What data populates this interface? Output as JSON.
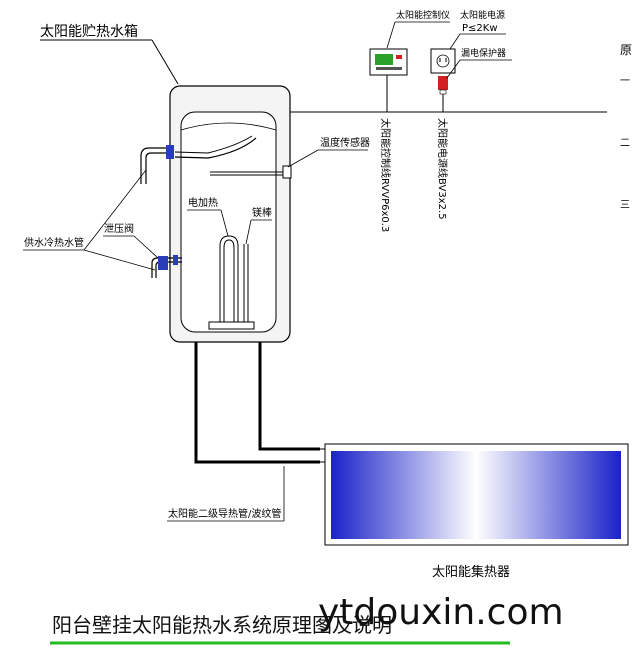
{
  "labels": {
    "tank_title": "太阳能贮热水箱",
    "controller": "太阳能控制仪",
    "power_source": "太阳能电源",
    "power_spec": "P≤2Kw",
    "leak_protector": "漏电保护器",
    "temp_sensor": "温度传感器",
    "heater": "电加热",
    "magnesium_rod": "镁棒",
    "supply_cold_pipe": "供水冷热水管",
    "pressure_valve": "泄压阀",
    "control_cable": "太阳能控制线RVVP6x0.3",
    "power_cable": "太阳能电源线BV3x2.5",
    "connecting_pipe": "太阳能二级导热管/波纹管",
    "collector": "太阳能集热器"
  },
  "notes": {
    "title": "原",
    "items": [
      "一",
      "二",
      "三"
    ]
  },
  "caption": "阳台壁挂太阳能热水系统原理图及说明",
  "watermark": "ytdouxin.com",
  "colors": {
    "line": "#000000",
    "controller_screen": "#2aa02a",
    "controller_led": "#d02020",
    "valve_blue": "#2a3db8",
    "plug_red": "#d02020",
    "caption_underline": "#22bb22",
    "collector_center": "#ffffff",
    "collector_edge": "#1a22c8"
  }
}
